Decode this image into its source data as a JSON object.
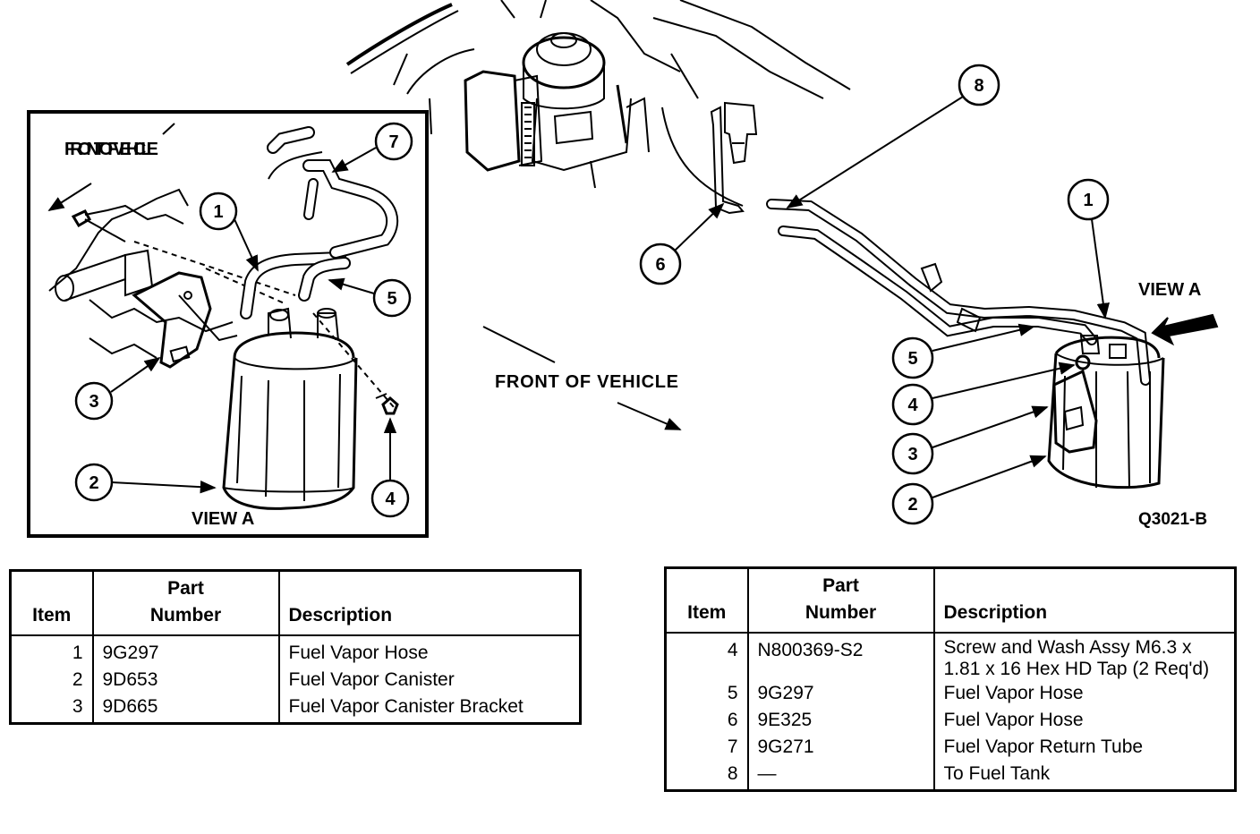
{
  "diagram": {
    "labels": {
      "front_of_vehicle_left": "FRONT OF VEHICLE",
      "front_of_vehicle_center": "FRONT OF VEHICLE",
      "view_a_inset": "VIEW A",
      "view_a_arrow": "VIEW  A",
      "figure_code": "Q3021-B"
    },
    "inset_callouts": [
      "1",
      "2",
      "3",
      "4",
      "5",
      "7"
    ],
    "main_callouts": [
      "1",
      "2",
      "3",
      "4",
      "5",
      "6",
      "8"
    ]
  },
  "table_left": {
    "headers": {
      "item": "Item",
      "part_number": "Part Number",
      "description": "Description"
    },
    "rows": [
      {
        "item": "1",
        "part_number": "9G297",
        "description": "Fuel Vapor Hose"
      },
      {
        "item": "2",
        "part_number": "9D653",
        "description": "Fuel Vapor Canister"
      },
      {
        "item": "3",
        "part_number": "9D665",
        "description": "Fuel Vapor Canister Bracket"
      }
    ]
  },
  "table_right": {
    "headers": {
      "item": "Item",
      "part_number": "Part Number",
      "description": "Description"
    },
    "rows": [
      {
        "item": "4",
        "part_number": "N800369-S2",
        "description": "Screw and Wash Assy M6.3 x 1.81 x 16 Hex HD Tap (2 Req'd)"
      },
      {
        "item": "5",
        "part_number": "9G297",
        "description": "Fuel Vapor Hose"
      },
      {
        "item": "6",
        "part_number": "9E325",
        "description": "Fuel Vapor Hose"
      },
      {
        "item": "7",
        "part_number": "9G271",
        "description": "Fuel Vapor Return Tube"
      },
      {
        "item": "8",
        "part_number": "—",
        "description": "To Fuel Tank"
      }
    ]
  }
}
